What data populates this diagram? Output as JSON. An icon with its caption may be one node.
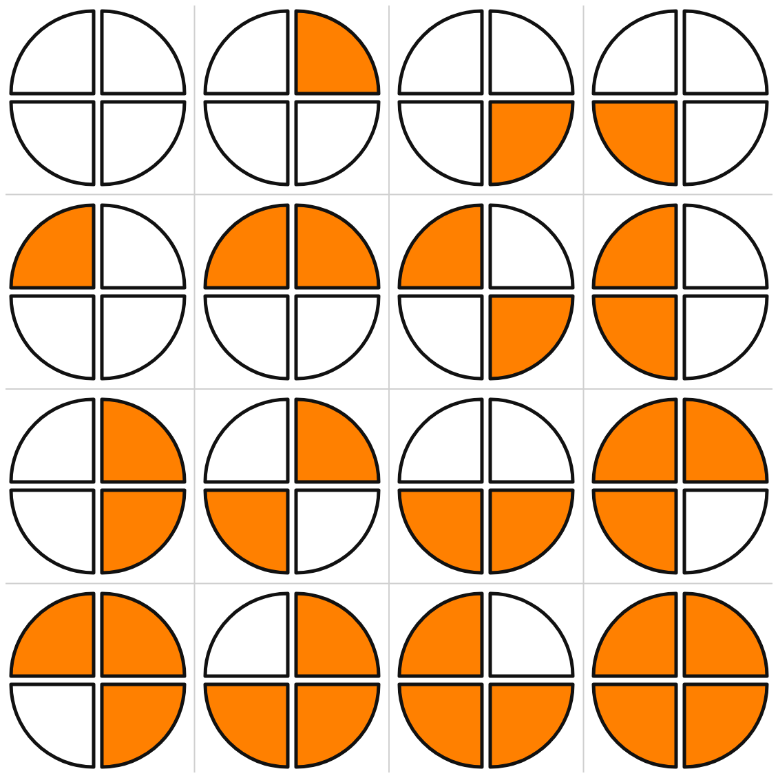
{
  "diagram": {
    "nodes": [
      {
        "text": [],
        "shape": "circle"
      },
      {
        "text": [],
        "shape": "circle"
      },
      {
        "text": [],
        "shape": "circle"
      },
      {
        "text": [],
        "shape": "circle"
      },
      {
        "text": [],
        "shape": "circle"
      },
      {
        "text": [],
        "shape": "circle"
      },
      {
        "text": [],
        "shape": "circle"
      },
      {
        "text": [],
        "shape": "circle"
      },
      {
        "text": [],
        "shape": "circle"
      },
      {
        "text": [],
        "shape": "circle"
      },
      {
        "text": [],
        "shape": "circle"
      },
      {
        "text": [],
        "shape": "circle"
      },
      {
        "text": [],
        "shape": "circle"
      },
      {
        "text": [],
        "shape": "circle"
      },
      {
        "text": [],
        "shape": "circle"
      },
      {
        "text": [],
        "shape": "circle"
      }
    ]
  }
}
